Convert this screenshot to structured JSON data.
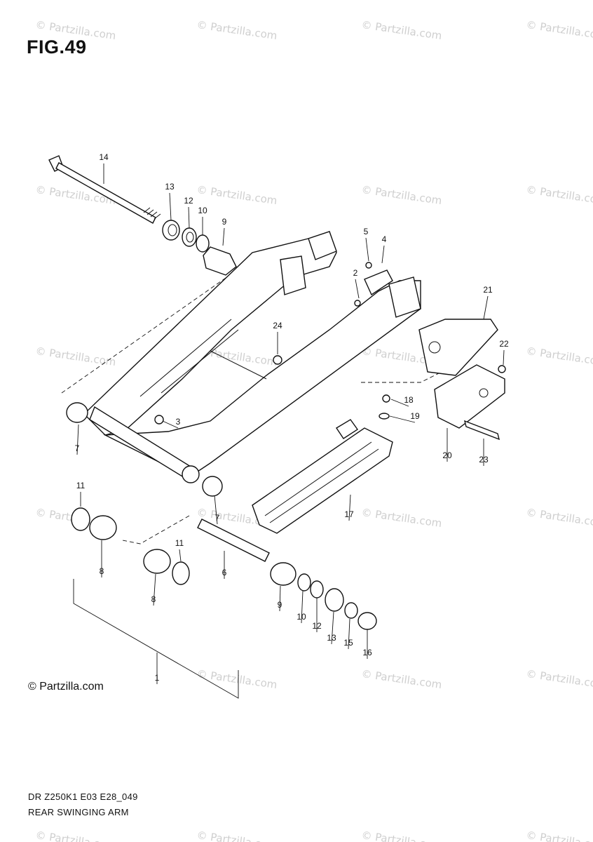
{
  "figure_title": "FIG.49",
  "footer": {
    "model_code": "DR Z250K1 E03 E28_049",
    "section_name": "REAR SWINGING ARM"
  },
  "brand": "© Partzilla.com",
  "watermark_text": "© Partzilla.com",
  "callouts": [
    "1",
    "2",
    "3",
    "4",
    "5",
    "6",
    "7",
    "7",
    "8",
    "8",
    "9",
    "9",
    "10",
    "10",
    "11",
    "11",
    "12",
    "12",
    "13",
    "13",
    "14",
    "15",
    "16",
    "17",
    "18",
    "19",
    "20",
    "21",
    "22",
    "23",
    "24"
  ]
}
